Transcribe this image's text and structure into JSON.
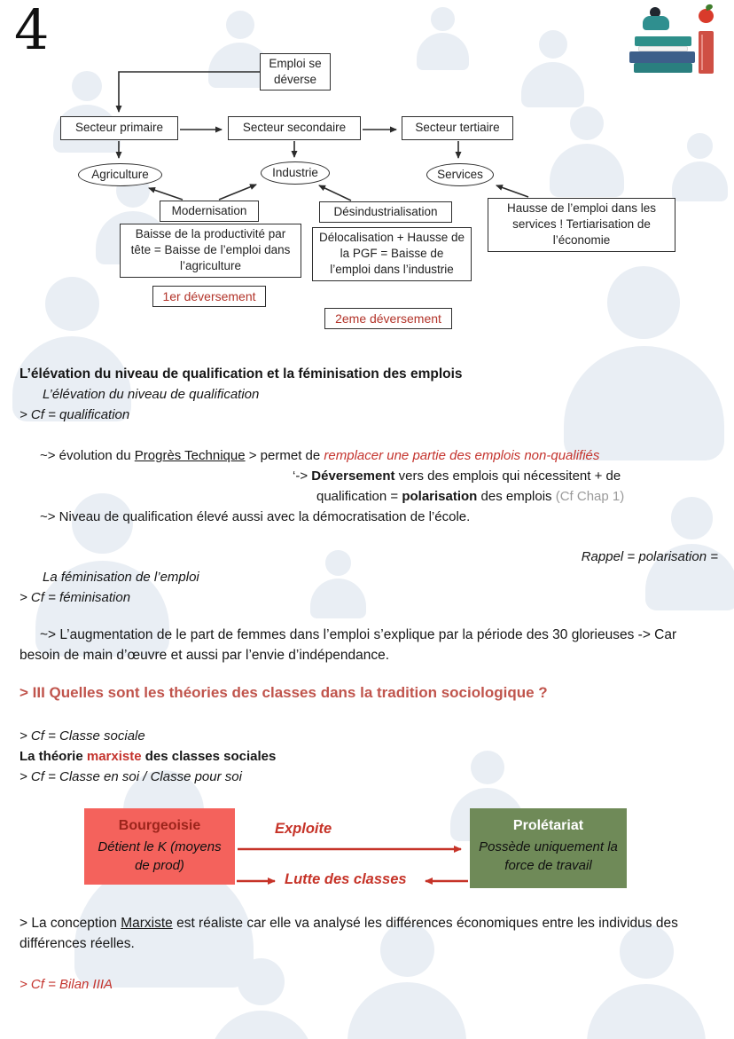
{
  "page": {
    "number": "4"
  },
  "colors": {
    "accent_red": "#c4332d",
    "section_heading": "#c0544c",
    "bourgeoisie_bg": "#f4625c",
    "bourgeoisie_title": "#9c241b",
    "proletariat_bg": "#6f8a58",
    "note_gray": "#9a9a9a",
    "watermark": "#e9eef4"
  },
  "icons": {
    "watermark": "person-silhouette",
    "corner_illustration": "books-apple-reading-person"
  },
  "flowchart": {
    "emploi": "Emploi se déverse",
    "secteurs": [
      "Secteur primaire",
      "Secteur secondaire",
      "Secteur tertiaire"
    ],
    "ovals": [
      "Agriculture",
      "Industrie",
      "Services"
    ],
    "modernisation": "Modernisation",
    "baisse_productivite": "Baisse de la productivité par tête = Baisse de l’emploi dans l’agriculture",
    "premier_deversement": "1er déversement",
    "desindustrialisation": "Désindustrialisation",
    "delocalisation": "Délocalisation + Hausse de la PGF = Baisse de l’emploi dans l’industrie",
    "deuxieme_deversement": "2eme déversement",
    "hausse_services": "Hausse de l’emploi dans les services ! Tertiarisation de l’économie"
  },
  "qualification": {
    "heading": "L’élévation du niveau de qualification et la féminisation des emplois",
    "sub": "L’élévation du niveau de qualification",
    "cf": "> Cf = qualification",
    "evolution": {
      "pre": "~> évolution du ",
      "underlined": "Progrès Technique",
      "mid": " > permet de ",
      "red": "remplacer une partie des emplois non-qualifiés"
    },
    "deversement": {
      "pre": "‘-> ",
      "bold1": "Déversement",
      "mid": " vers des emplois qui nécessitent + de",
      "line2_pre": "qualification = ",
      "bold2": "polarisation",
      "line2_mid": " des emplois ",
      "note": "(Cf Chap 1)"
    },
    "niveau": "~> Niveau de qualification élevé aussi avec la démocratisation de l’école.",
    "rappel": "Rappel = polarisation =",
    "feminisation_sub": "La féminisation de l’emploi",
    "feminisation_cf": "> Cf = féminisation",
    "feminisation_text": "~> L’augmentation de le part de femmes dans l’emploi s’explique par la période des 30 glorieuses -> Car besoin de main d’œuvre et aussi par l’envie d’indépendance."
  },
  "classes_section": {
    "heading": "> III Quelles sont les théories des classes dans la tradition sociologique ?",
    "cf_classe": "> Cf = Classe sociale",
    "theorie": {
      "pre": "La théorie ",
      "red": "marxiste",
      "post": " des classes sociales"
    },
    "cf_soi": "> Cf = Classe en soi / Classe pour soi"
  },
  "marx": {
    "bourgeoisie": {
      "title": "Bourgeoisie",
      "body": "Détient le K (moyens de prod)"
    },
    "proletariat": {
      "title": "Prolétariat",
      "body": "Possède uniquement la force de travail"
    },
    "exploite": "Exploite",
    "lutte": "Lutte des classes"
  },
  "conclusion": {
    "pre": "> La conception ",
    "underlined": "Marxiste",
    "post": " est réaliste car elle va analysé les différences économiques entre les individus des différences réelles.",
    "cf_bilan": "> Cf = Bilan IIIA"
  }
}
